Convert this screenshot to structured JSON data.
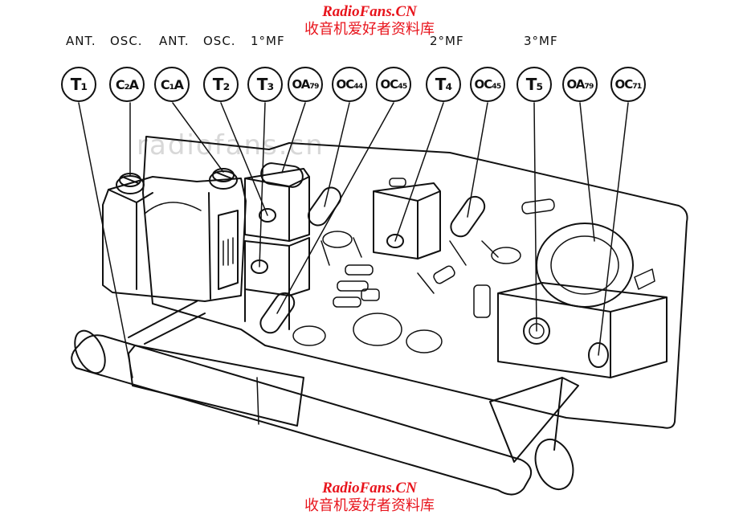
{
  "watermark": {
    "site": "RadioFans.CN",
    "site_cn": "收音机爱好者资料库",
    "faint_mark": "radiofans.cn"
  },
  "groups": [
    {
      "id": "ant1",
      "label": "ANT."
    },
    {
      "id": "osc1",
      "label": "OSC."
    },
    {
      "id": "ant2",
      "label": "ANT."
    },
    {
      "id": "osc2",
      "label": "OSC."
    },
    {
      "id": "mf1",
      "label": "1°MF"
    },
    {
      "id": "mf2",
      "label": "2°MF"
    },
    {
      "id": "mf3",
      "label": "3°MF"
    }
  ],
  "components": [
    {
      "id": "T1",
      "label": "T₁"
    },
    {
      "id": "C2A",
      "label": "C₂A"
    },
    {
      "id": "C1A",
      "label": "C₁A"
    },
    {
      "id": "T2",
      "label": "T₂"
    },
    {
      "id": "T3",
      "label": "T₃"
    },
    {
      "id": "OA79a",
      "label": "OA₇₉"
    },
    {
      "id": "OC44",
      "label": "OC₄₄"
    },
    {
      "id": "OC45a",
      "label": "OC₄₅"
    },
    {
      "id": "T4",
      "label": "T₄"
    },
    {
      "id": "OC45b",
      "label": "OC₄₅"
    },
    {
      "id": "T5",
      "label": "T₅"
    },
    {
      "id": "OA79b",
      "label": "OA₇₉"
    },
    {
      "id": "OC71",
      "label": "OC₇₁"
    }
  ]
}
